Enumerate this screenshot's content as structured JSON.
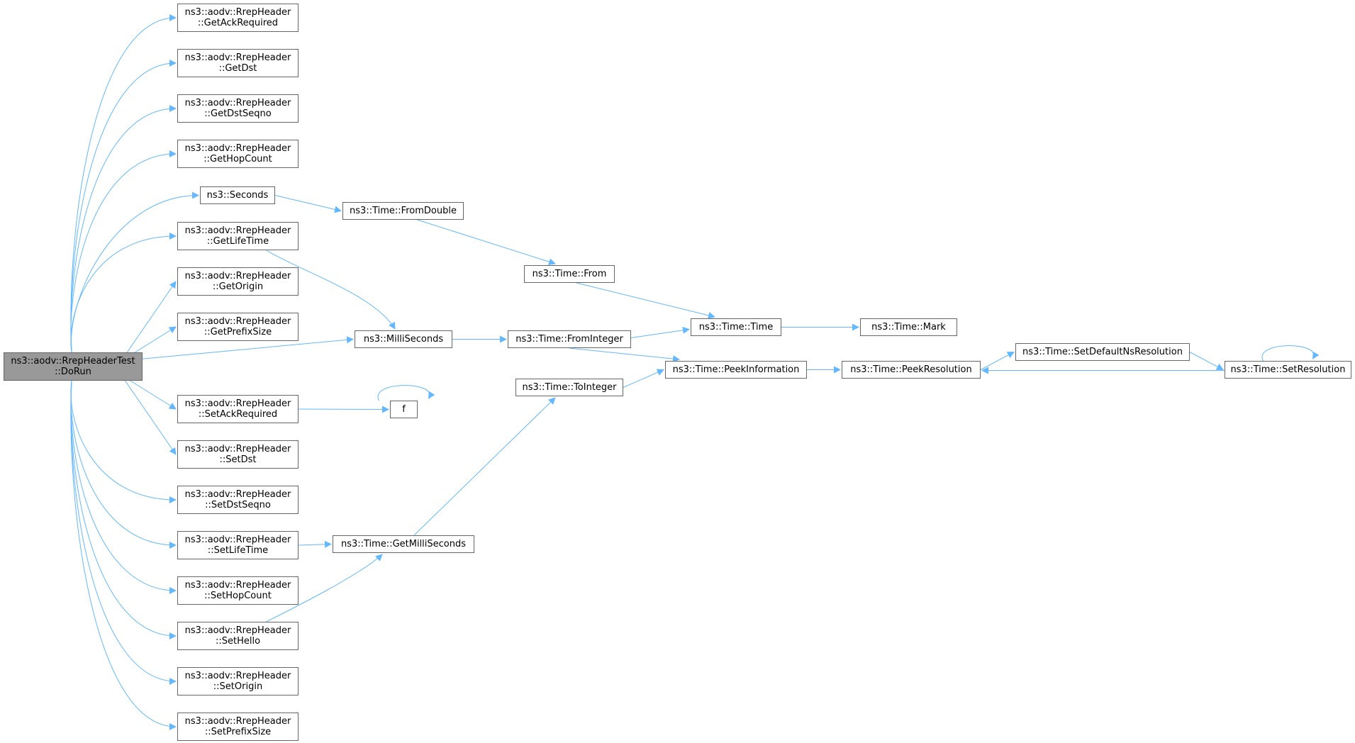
{
  "colors": {
    "edge": "#63b8ff",
    "node_border": "#666666",
    "root_fill": "#999999",
    "node_fill": "#ffffff"
  },
  "nodes": [
    {
      "id": "dorun",
      "lines": [
        "ns3::aodv::RrepHeaderTest",
        "::DoRun"
      ],
      "root": true
    },
    {
      "id": "getackrequired",
      "lines": [
        "ns3::aodv::RrepHeader",
        "::GetAckRequired"
      ]
    },
    {
      "id": "getdst",
      "lines": [
        "ns3::aodv::RrepHeader",
        "::GetDst"
      ]
    },
    {
      "id": "getdstseqno",
      "lines": [
        "ns3::aodv::RrepHeader",
        "::GetDstSeqno"
      ]
    },
    {
      "id": "gethopcount",
      "lines": [
        "ns3::aodv::RrepHeader",
        "::GetHopCount"
      ]
    },
    {
      "id": "seconds",
      "lines": [
        "ns3::Seconds"
      ]
    },
    {
      "id": "getlifetime",
      "lines": [
        "ns3::aodv::RrepHeader",
        "::GetLifeTime"
      ]
    },
    {
      "id": "getorigin",
      "lines": [
        "ns3::aodv::RrepHeader",
        "::GetOrigin"
      ]
    },
    {
      "id": "getprefixsize",
      "lines": [
        "ns3::aodv::RrepHeader",
        "::GetPrefixSize"
      ]
    },
    {
      "id": "milliseconds",
      "lines": [
        "ns3::MilliSeconds"
      ]
    },
    {
      "id": "setackrequired",
      "lines": [
        "ns3::aodv::RrepHeader",
        "::SetAckRequired"
      ]
    },
    {
      "id": "setdst",
      "lines": [
        "ns3::aodv::RrepHeader",
        "::SetDst"
      ]
    },
    {
      "id": "setdstseqno",
      "lines": [
        "ns3::aodv::RrepHeader",
        "::SetDstSeqno"
      ]
    },
    {
      "id": "setlifetime",
      "lines": [
        "ns3::aodv::RrepHeader",
        "::SetLifeTime"
      ]
    },
    {
      "id": "sethopcount",
      "lines": [
        "ns3::aodv::RrepHeader",
        "::SetHopCount"
      ]
    },
    {
      "id": "sethello",
      "lines": [
        "ns3::aodv::RrepHeader",
        "::SetHello"
      ]
    },
    {
      "id": "setorigin",
      "lines": [
        "ns3::aodv::RrepHeader",
        "::SetOrigin"
      ]
    },
    {
      "id": "setprefixsize",
      "lines": [
        "ns3::aodv::RrepHeader",
        "::SetPrefixSize"
      ]
    },
    {
      "id": "fromdouble",
      "lines": [
        "ns3::Time::FromDouble"
      ]
    },
    {
      "id": "from",
      "lines": [
        "ns3::Time::From"
      ]
    },
    {
      "id": "frominteger",
      "lines": [
        "ns3::Time::FromInteger"
      ]
    },
    {
      "id": "tointeger",
      "lines": [
        "ns3::Time::ToInteger"
      ]
    },
    {
      "id": "f",
      "lines": [
        "f"
      ]
    },
    {
      "id": "getmilliseconds",
      "lines": [
        "ns3::Time::GetMilliSeconds"
      ]
    },
    {
      "id": "time",
      "lines": [
        "ns3::Time::Time"
      ]
    },
    {
      "id": "mark",
      "lines": [
        "ns3::Time::Mark"
      ]
    },
    {
      "id": "peekinformation",
      "lines": [
        "ns3::Time::PeekInformation"
      ]
    },
    {
      "id": "peekresolution",
      "lines": [
        "ns3::Time::PeekResolution"
      ]
    },
    {
      "id": "setdefaultnsresolution",
      "lines": [
        "ns3::Time::SetDefaultNsResolution"
      ]
    },
    {
      "id": "setresolution",
      "lines": [
        "ns3::Time::SetResolution"
      ]
    }
  ],
  "edges": [
    [
      "dorun",
      "getackrequired"
    ],
    [
      "dorun",
      "getdst"
    ],
    [
      "dorun",
      "getdstseqno"
    ],
    [
      "dorun",
      "gethopcount"
    ],
    [
      "dorun",
      "seconds"
    ],
    [
      "dorun",
      "getlifetime"
    ],
    [
      "dorun",
      "getorigin"
    ],
    [
      "dorun",
      "getprefixsize"
    ],
    [
      "dorun",
      "milliseconds"
    ],
    [
      "dorun",
      "setackrequired"
    ],
    [
      "dorun",
      "setdst"
    ],
    [
      "dorun",
      "setdstseqno"
    ],
    [
      "dorun",
      "setlifetime"
    ],
    [
      "dorun",
      "sethopcount"
    ],
    [
      "dorun",
      "sethello"
    ],
    [
      "dorun",
      "setorigin"
    ],
    [
      "dorun",
      "setprefixsize"
    ],
    [
      "seconds",
      "fromdouble"
    ],
    [
      "fromdouble",
      "from"
    ],
    [
      "from",
      "time"
    ],
    [
      "getlifetime",
      "milliseconds"
    ],
    [
      "milliseconds",
      "frominteger"
    ],
    [
      "frominteger",
      "time"
    ],
    [
      "frominteger",
      "peekinformation"
    ],
    [
      "time",
      "mark"
    ],
    [
      "tointeger",
      "peekinformation"
    ],
    [
      "peekinformation",
      "peekresolution"
    ],
    [
      "peekresolution",
      "setdefaultnsresolution"
    ],
    [
      "setdefaultnsresolution",
      "setresolution"
    ],
    [
      "setresolution",
      "peekresolution"
    ],
    [
      "setresolution",
      "setresolution"
    ],
    [
      "setackrequired",
      "f"
    ],
    [
      "f",
      "f"
    ],
    [
      "setlifetime",
      "getmilliseconds"
    ],
    [
      "sethello",
      "getmilliseconds"
    ],
    [
      "getmilliseconds",
      "tointeger"
    ]
  ]
}
